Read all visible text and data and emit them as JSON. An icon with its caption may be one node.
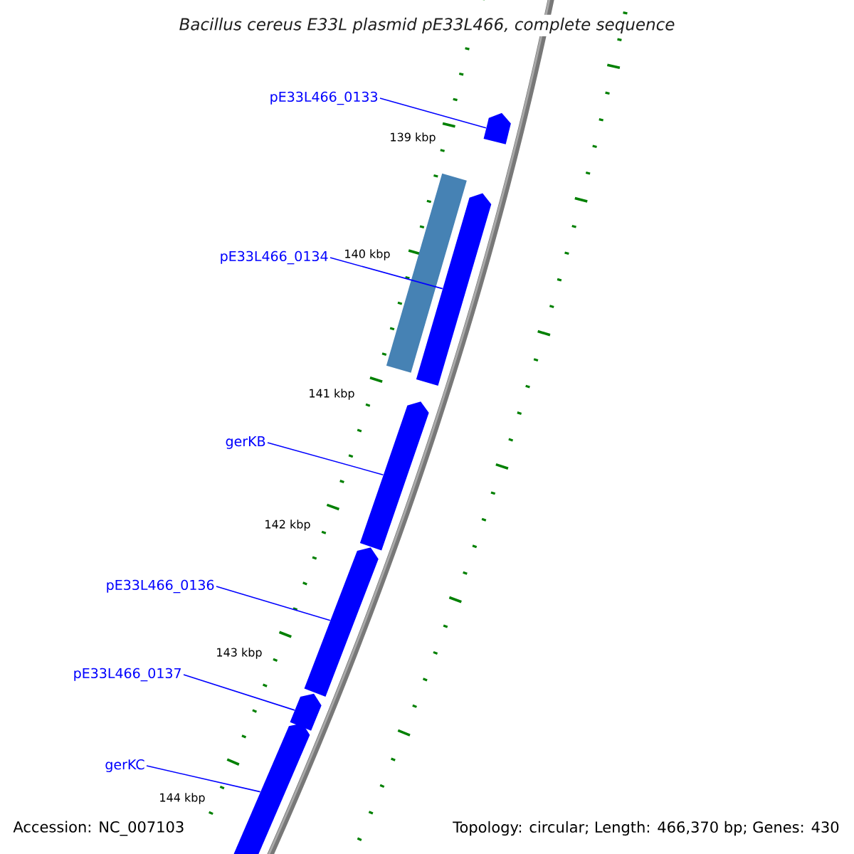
{
  "diagram": {
    "title": "Bacillus cereus E33L plasmid pE33L466, complete sequence",
    "nodes": [
      {
        "text": [
          "pE33L466_0133"
        ]
      },
      {
        "text": [],
        "shape": "arrow"
      },
      {
        "text": [
          "pE33L466_0134"
        ]
      },
      {
        "text": [],
        "shape": "bar"
      },
      {
        "text": [],
        "shape": "arrow"
      },
      {
        "text": [
          "gerKB"
        ]
      },
      {
        "text": [],
        "shape": "arrow"
      },
      {
        "text": [
          "pE33L466_0136"
        ]
      },
      {
        "text": [],
        "shape": "arrow"
      },
      {
        "text": [
          "pE33L466_0137"
        ]
      },
      {
        "text": [],
        "shape": "arrow"
      },
      {
        "text": [
          "gerKC"
        ]
      },
      {
        "text": [],
        "shape": "arrow"
      }
    ],
    "edges": [
      {
        "from": 0,
        "to": 1,
        "arrow": "none"
      },
      {
        "from": 2,
        "to": 4,
        "arrow": "none"
      },
      {
        "from": 5,
        "to": 6,
        "arrow": "none"
      },
      {
        "from": 7,
        "to": 8,
        "arrow": "none"
      },
      {
        "from": 9,
        "to": 10,
        "arrow": "none"
      },
      {
        "from": 11,
        "to": 12,
        "arrow": "none"
      }
    ],
    "labels": [
      "139 kbp",
      "140 kbp",
      "141 kbp",
      "142 kbp",
      "143 kbp",
      "144 kbp",
      "Accession: NC_007103",
      "Topology: circular; Length: 466,370 bp; Genes: 430"
    ]
  }
}
